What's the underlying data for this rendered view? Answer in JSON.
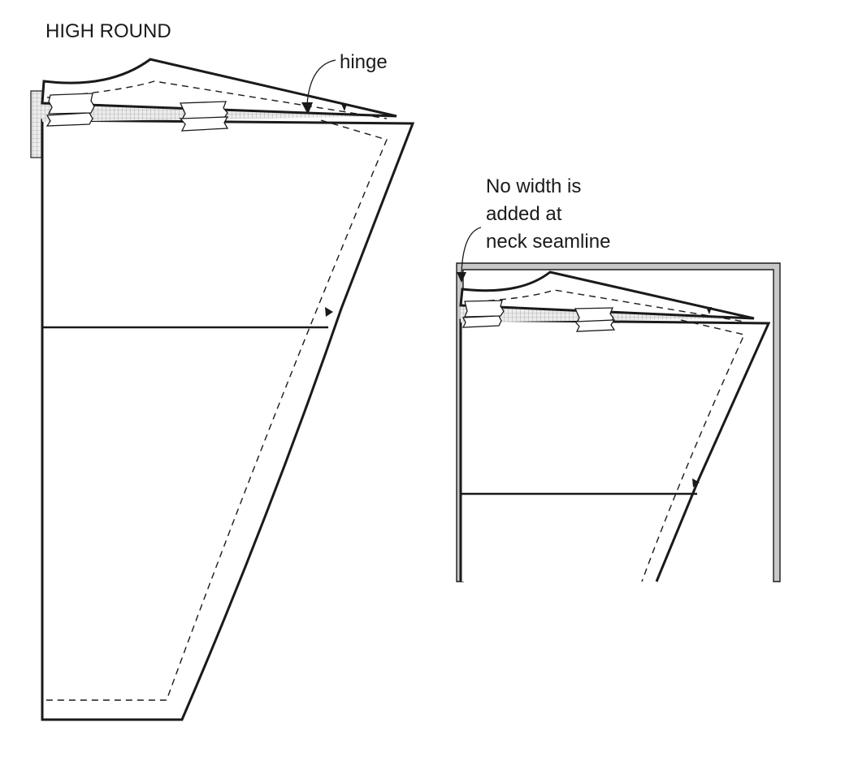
{
  "title": "HIGH ROUND",
  "annotations": {
    "hinge": "hinge",
    "no_width_line1": "No width is",
    "no_width_line2": "added at",
    "no_width_line3": "neck seamline"
  },
  "colors": {
    "ink": "#1a1a1a",
    "paper": "#ffffff",
    "added_tissue": "#c8c8c8",
    "grid_tissue": "#ececec"
  },
  "icons": [
    "hinge-arrow-icon",
    "neck-arrow-icon",
    "notch-icon",
    "tape-icon"
  ]
}
